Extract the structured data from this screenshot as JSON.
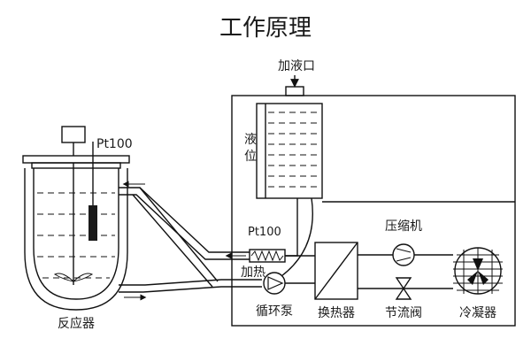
{
  "title": "工作原理",
  "labels": {
    "fill_port": "加液口",
    "level": "液位",
    "sensor_reactor": "Pt100",
    "sensor_circuit": "Pt100",
    "heater": "加热",
    "reactor": "反应器",
    "pump": "循环泵",
    "heat_exchanger": "换热器",
    "compressor": "压缩机",
    "throttle_valve": "节流阀",
    "condenser": "冷凝器"
  }
}
